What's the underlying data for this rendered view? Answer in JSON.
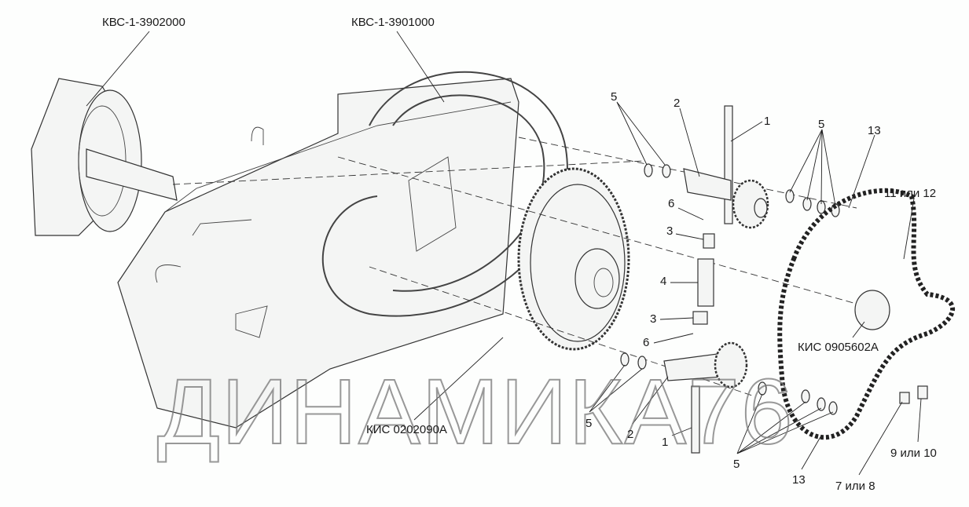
{
  "labels": {
    "assembly_left": "КВС-1-3902000",
    "assembly_center": "КВС-1-3901000",
    "sprocket_center": "КИС 0202090А",
    "sprocket_right": "КИС 0905602А",
    "chain": "11 или 12",
    "link_a": "7 или 8",
    "link_b": "9 или 10",
    "n1_top": "1",
    "n2_top": "2",
    "n5_top_left": "5",
    "n5_top_right": "5",
    "n13_top": "13",
    "n6_top": "6",
    "n3_top": "3",
    "n4": "4",
    "n3_bottom": "3",
    "n6_bottom": "6",
    "n5_bottom_left": "5",
    "n2_bottom": "2",
    "n1_bottom": "1",
    "n5_bottom_right": "5",
    "n13_bottom": "13"
  },
  "watermark": "ДИНАМИКА76"
}
